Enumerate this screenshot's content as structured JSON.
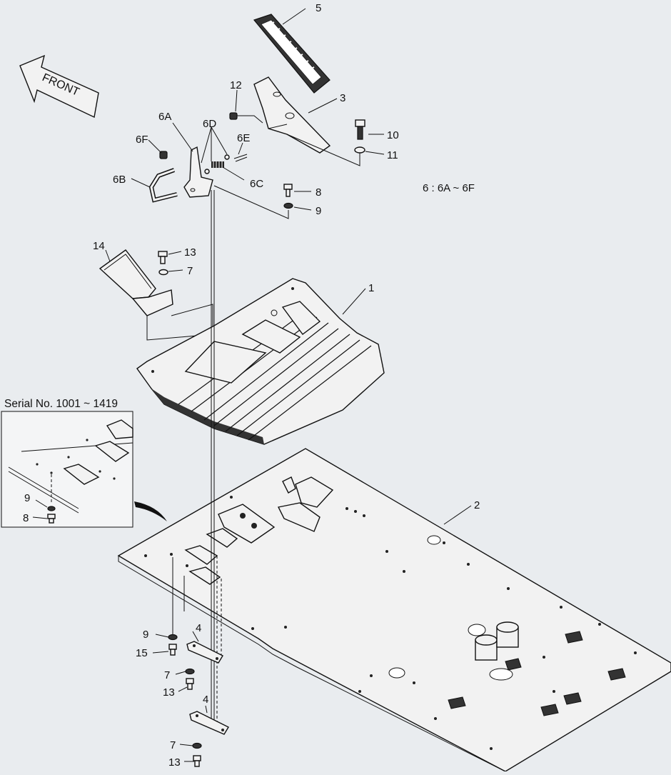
{
  "callouts": {
    "p1": "1",
    "p2": "2",
    "p3": "3",
    "p4a": "4",
    "p4b": "4",
    "p5": "5",
    "p6a": "6A",
    "p6b": "6B",
    "p6c": "6C",
    "p6d": "6D",
    "p6e": "6E",
    "p6f": "6F",
    "p7a": "7",
    "p7b": "7",
    "p7c": "7",
    "p8a": "8",
    "p8b": "8",
    "p9a": "9",
    "p9b": "9",
    "p9c": "9",
    "p10": "10",
    "p11": "11",
    "p12": "12",
    "p13a": "13",
    "p13b": "13",
    "p13c": "13",
    "p14": "14",
    "p15": "15"
  },
  "front_label": "FRONT",
  "group_note": "6 : 6A ~ 6F",
  "inset_title": "Serial No. 1001 ~ 1419",
  "colors": {
    "background": "#e9ecef",
    "line": "#111111",
    "fill": "#f2f2f2"
  }
}
